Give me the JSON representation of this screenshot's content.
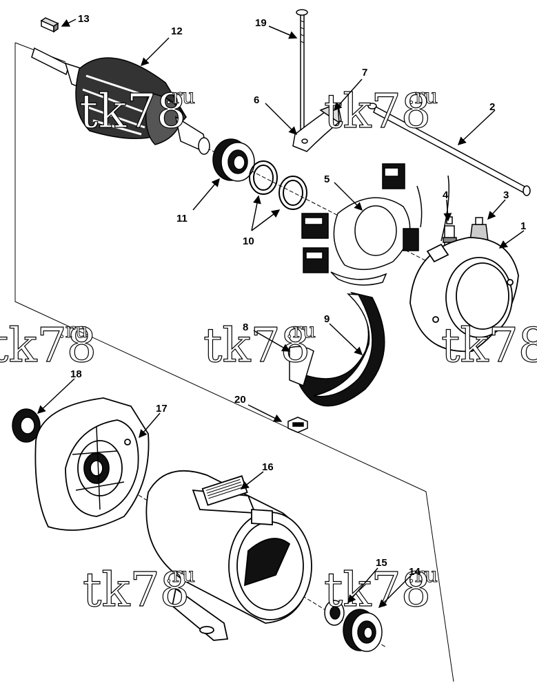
{
  "diagram": {
    "callouts": [
      {
        "id": "13",
        "text": "13"
      },
      {
        "id": "12",
        "text": "12"
      },
      {
        "id": "19",
        "text": "19"
      },
      {
        "id": "7",
        "text": "7"
      },
      {
        "id": "6",
        "text": "6"
      },
      {
        "id": "2",
        "text": "2"
      },
      {
        "id": "11",
        "text": "11"
      },
      {
        "id": "10",
        "text": "10"
      },
      {
        "id": "5",
        "text": "5"
      },
      {
        "id": "4",
        "text": "4"
      },
      {
        "id": "3",
        "text": "3"
      },
      {
        "id": "1",
        "text": "1"
      },
      {
        "id": "8",
        "text": "8"
      },
      {
        "id": "9",
        "text": "9"
      },
      {
        "id": "20",
        "text": "20"
      },
      {
        "id": "18",
        "text": "18"
      },
      {
        "id": "17",
        "text": "17"
      },
      {
        "id": "16",
        "text": "16"
      },
      {
        "id": "15",
        "text": "15"
      },
      {
        "id": "14",
        "text": "14"
      }
    ],
    "watermark": {
      "main": "tk78",
      "suffix": ".ru"
    }
  }
}
